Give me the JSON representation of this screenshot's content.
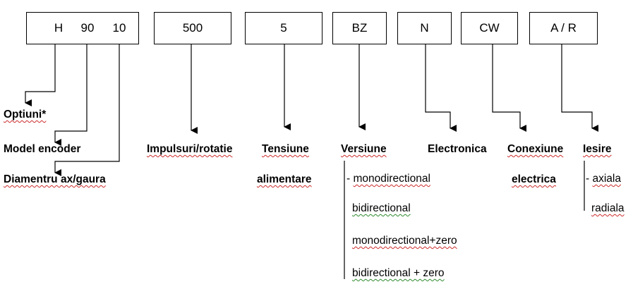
{
  "code": {
    "box1": [
      "H",
      "90",
      "10"
    ],
    "pulses": "500",
    "voltage": "5",
    "version": "BZ",
    "electronics": "N",
    "connection": "CW",
    "output": "A / R"
  },
  "labels": {
    "options": "Optiuni*",
    "model": "Model encoder",
    "diameter": "Diamentru ax/gaura",
    "pulses": "Impulsuri/rotatie",
    "voltage_1": "Tensiune",
    "voltage_2": "alimentare",
    "version": "Versiune",
    "electronics": "Electronica",
    "connection_1": "Conexiune",
    "connection_2": "electrica",
    "output": "Iesire"
  },
  "version_options": [
    {
      "prefix": "- ",
      "text": "monodirectional"
    },
    {
      "prefix": "",
      "text": "bidirectional"
    },
    {
      "prefix": "",
      "text": "monodirectional+zero"
    },
    {
      "prefix": "",
      "text": "bidirectional  + zero"
    }
  ],
  "output_options": [
    {
      "prefix": "- ",
      "text": "axiala"
    },
    {
      "prefix": "",
      "text": "radiala"
    }
  ]
}
